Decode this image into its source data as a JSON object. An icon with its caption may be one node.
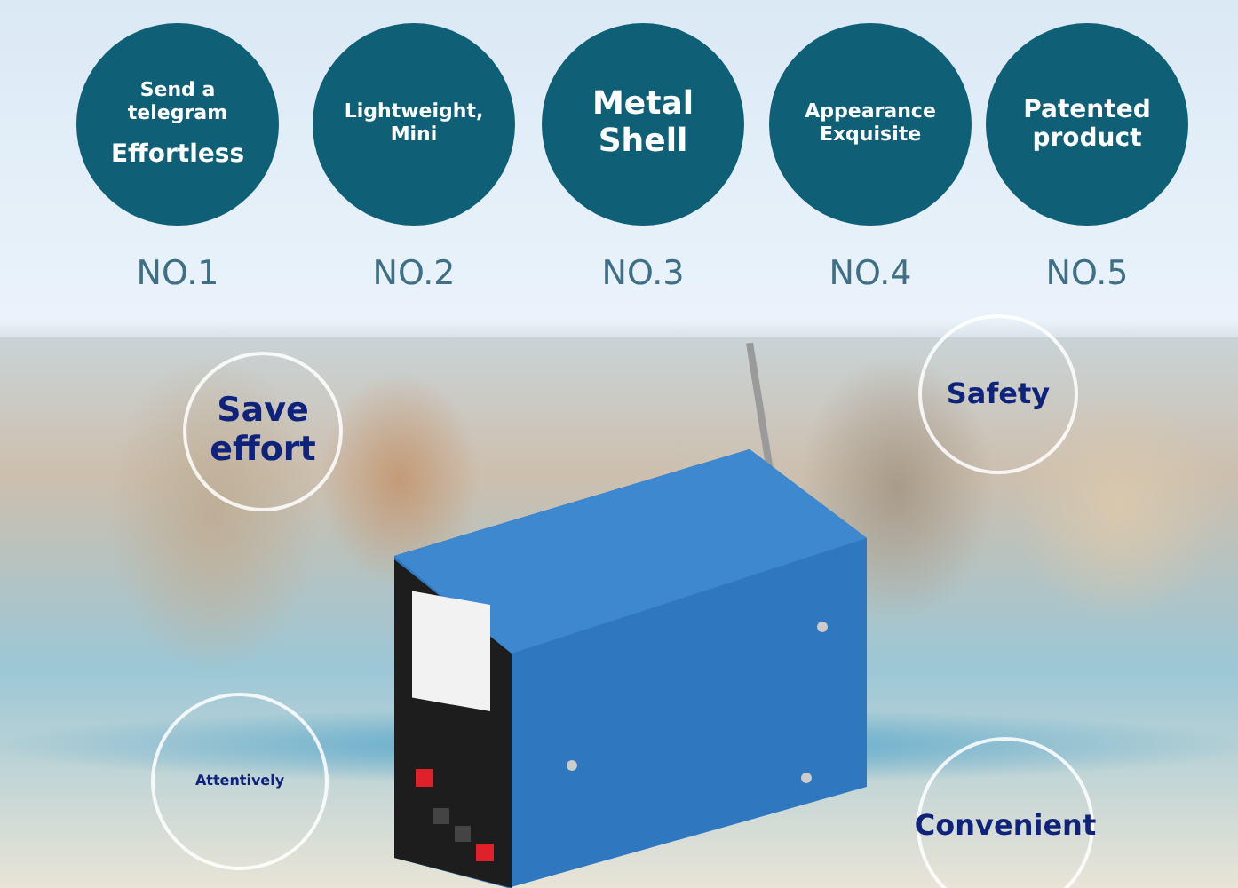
{
  "diagram": {
    "nodes": [
      {
        "text": [
          "Send a telegram",
          "Effortless"
        ]
      },
      {
        "text": [
          "Lightweight, Mini"
        ]
      },
      {
        "text": [
          "Metal Shell"
        ]
      },
      {
        "text": [
          "Appearance Exquisite"
        ]
      },
      {
        "text": [
          "Patented product"
        ]
      },
      {
        "text": [
          "Save effort"
        ]
      },
      {
        "text": [
          "Safety"
        ]
      },
      {
        "text": [
          "Attentively"
        ]
      },
      {
        "text": [
          "Convenient"
        ]
      }
    ],
    "labels": [
      "NO.1",
      "NO.2",
      "NO.3",
      "NO.4",
      "NO.5"
    ]
  }
}
